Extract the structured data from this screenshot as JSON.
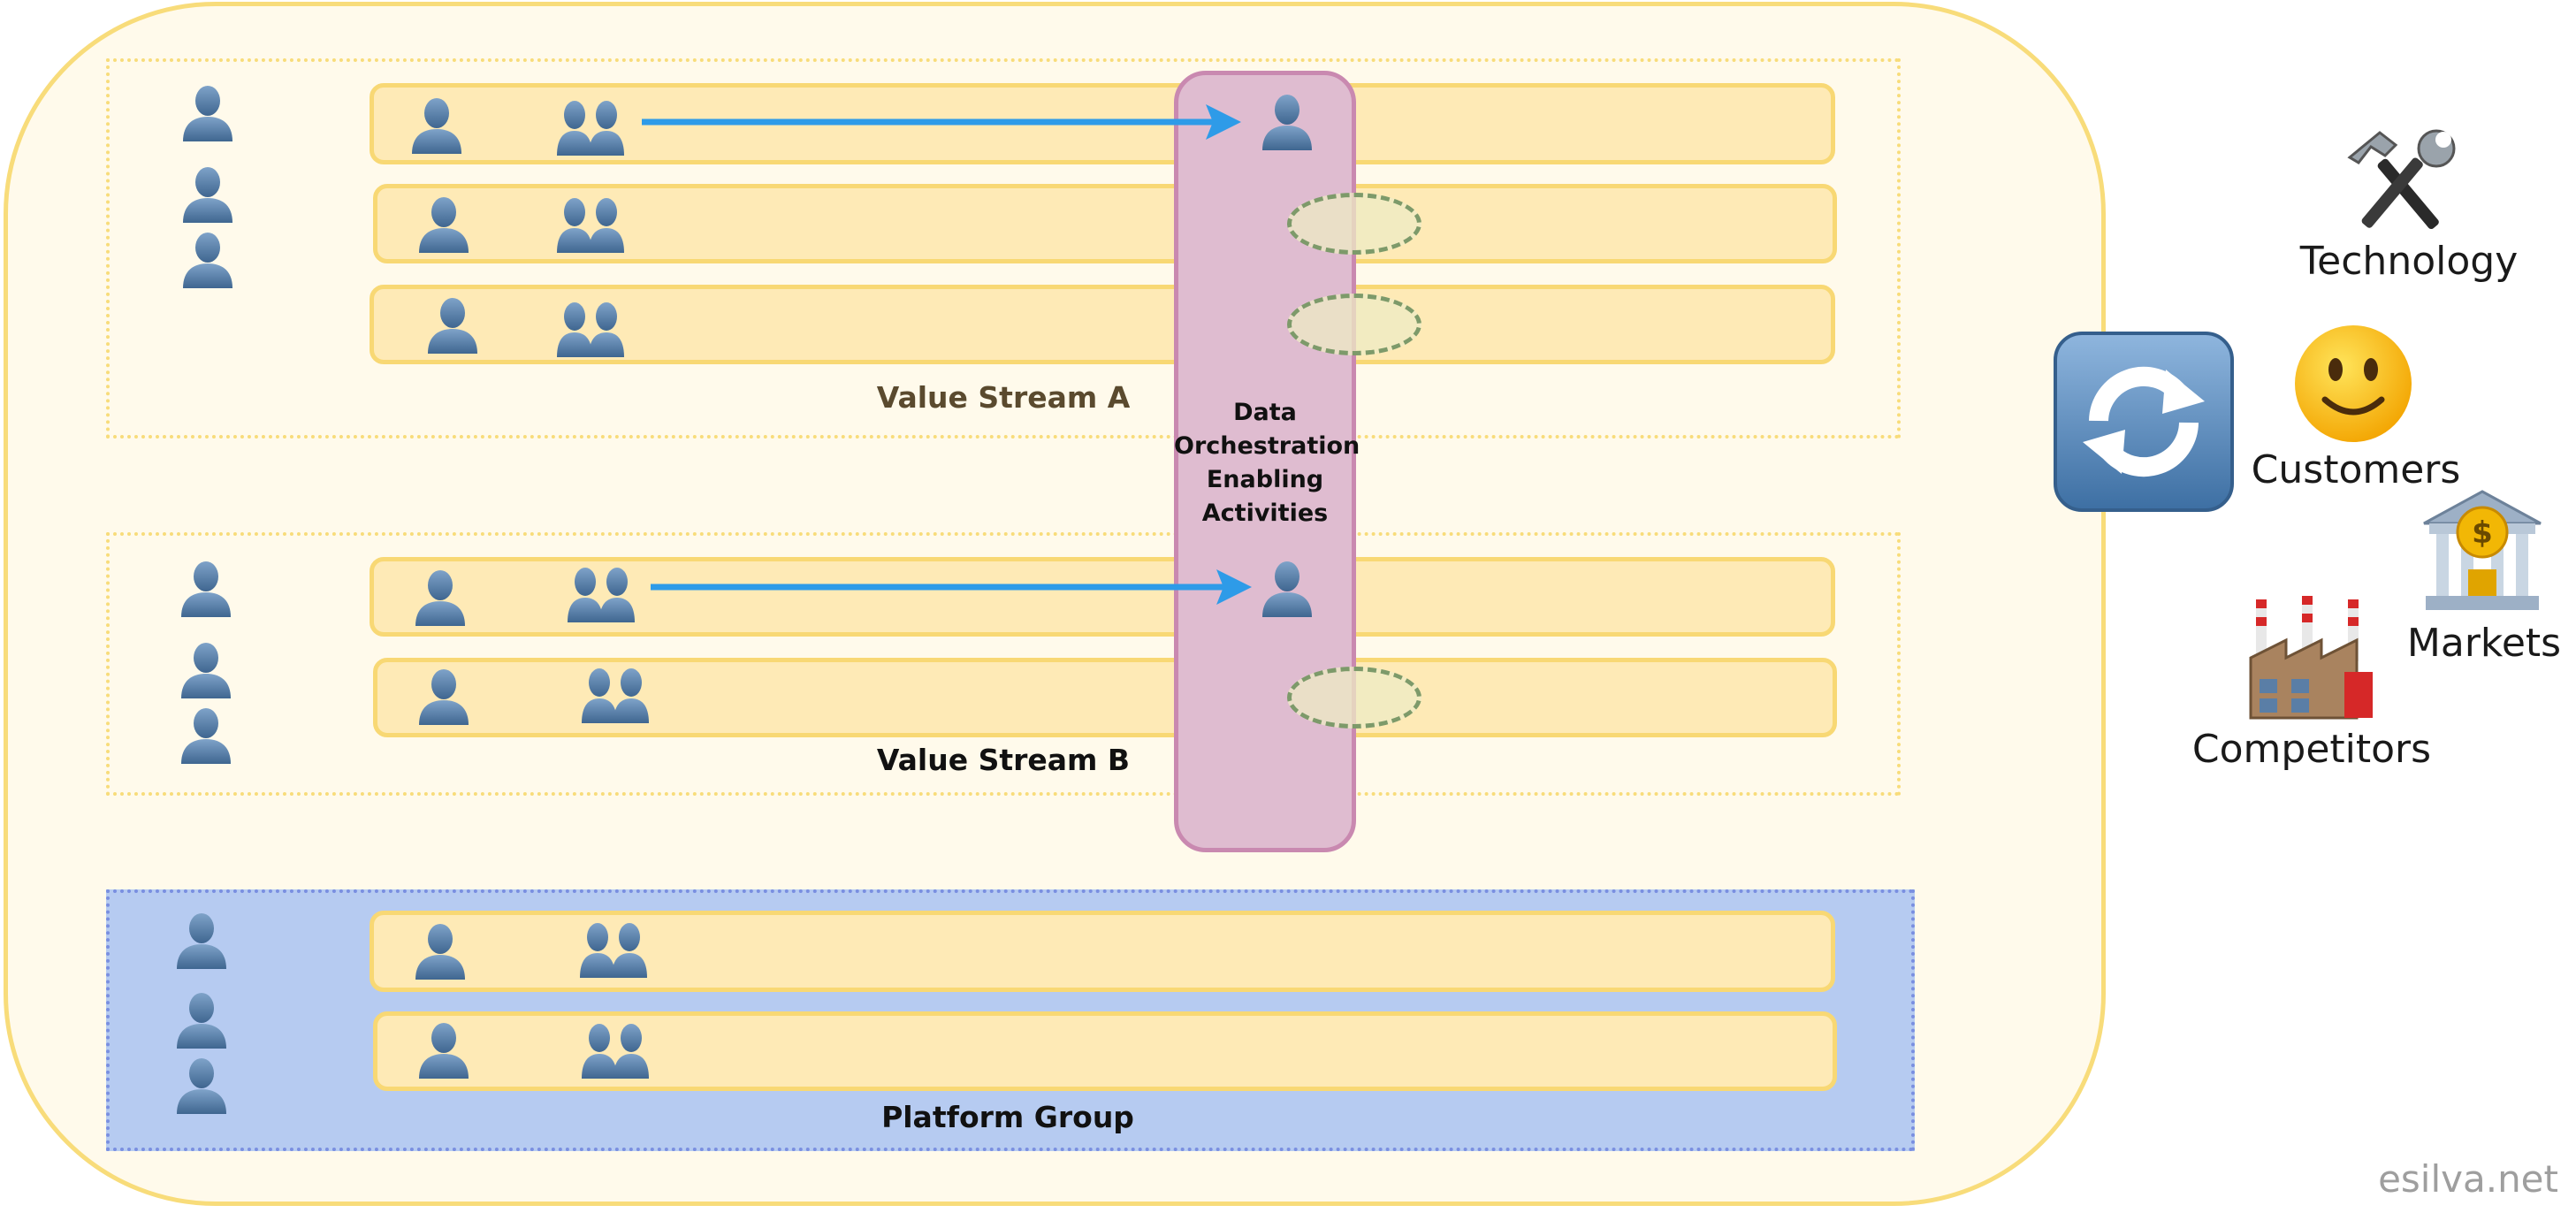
{
  "groups": {
    "value_stream_a": {
      "label": "Value Stream A",
      "label_color": "#5a4a2e"
    },
    "value_stream_b": {
      "label": "Value Stream B",
      "label_color": "#111111"
    },
    "platform_group": {
      "label": "Platform Group",
      "label_color": "#111111"
    }
  },
  "data_orchestration": {
    "label": "Data Orchestration Enabling Activities"
  },
  "external_forces": [
    {
      "label": "Technology",
      "icon": "hammer-wrench-icon"
    },
    {
      "label": "Customers",
      "icon": "smiley-face-icon"
    },
    {
      "label": "Markets",
      "icon": "bank-icon"
    },
    {
      "label": "Competitors",
      "icon": "factory-icon"
    }
  ],
  "cycle_icon": "refresh-cycle-icon",
  "watermark": "esilva.net",
  "colors": {
    "org_background": "#fffaeb",
    "org_border": "#f8dc7a",
    "team_fill": "#feeab6",
    "platform_fill": "#b6cbf1",
    "data_pill_fill": "#dfbcd0",
    "arrow": "#2e9be8",
    "person": "#5a7ea6"
  }
}
